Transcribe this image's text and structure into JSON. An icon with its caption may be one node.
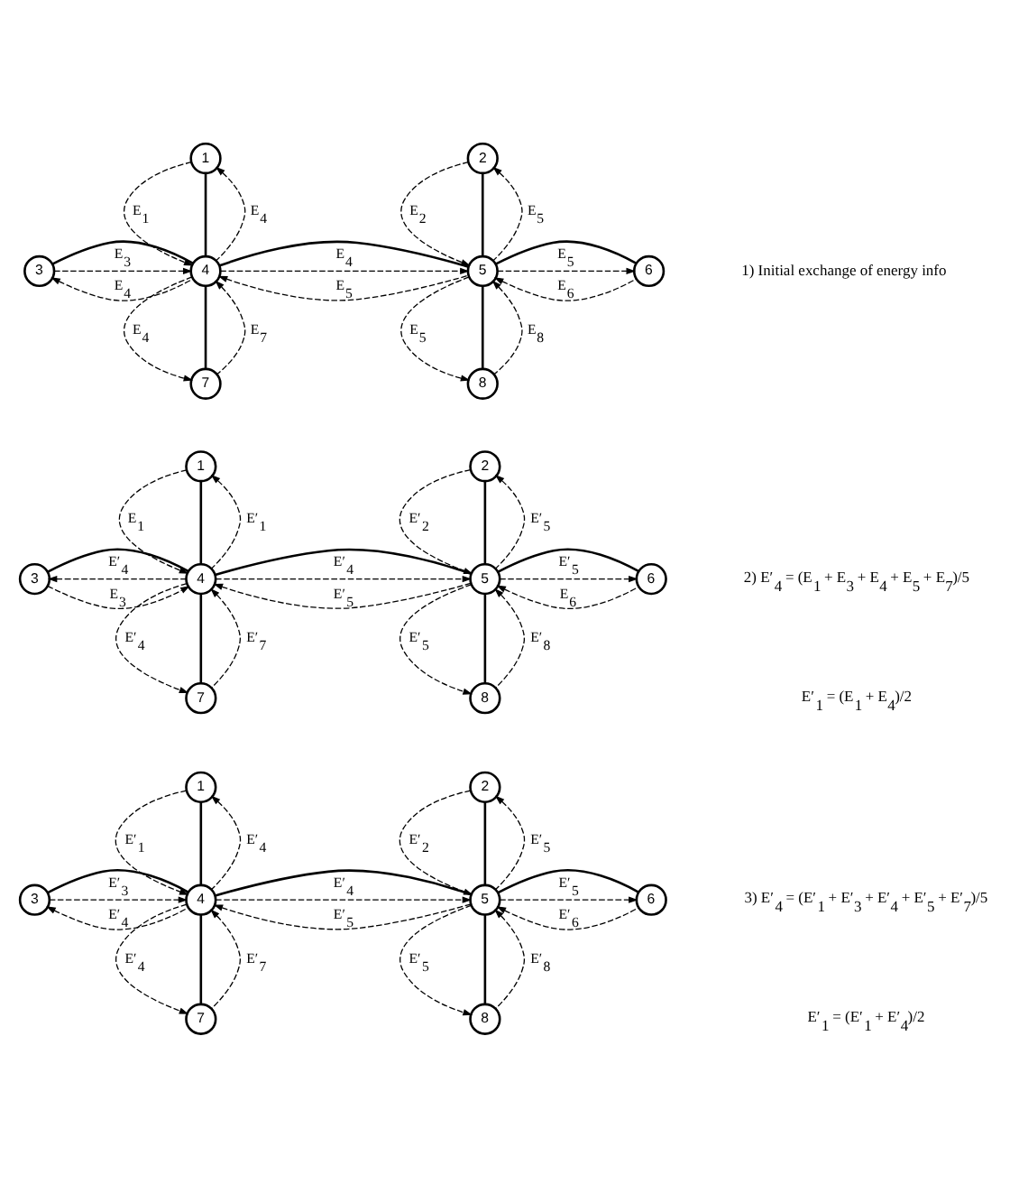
{
  "diagram": {
    "nodes": [
      {
        "text": [
          "1"
        ]
      },
      {
        "text": [
          "2"
        ]
      },
      {
        "text": [
          "3"
        ]
      },
      {
        "text": [
          "4"
        ]
      },
      {
        "text": [
          "5"
        ]
      },
      {
        "text": [
          "6"
        ]
      },
      {
        "text": [
          "7"
        ]
      },
      {
        "text": [
          "8"
        ]
      },
      {
        "text": [
          "1"
        ]
      },
      {
        "text": [
          "2"
        ]
      },
      {
        "text": [
          "3"
        ]
      },
      {
        "text": [
          "4"
        ]
      },
      {
        "text": [
          "5"
        ]
      },
      {
        "text": [
          "6"
        ]
      },
      {
        "text": [
          "7"
        ]
      },
      {
        "text": [
          "8"
        ]
      },
      {
        "text": [
          "1"
        ]
      },
      {
        "text": [
          "2"
        ]
      },
      {
        "text": [
          "3"
        ]
      },
      {
        "text": [
          "4"
        ]
      },
      {
        "text": [
          "5"
        ]
      },
      {
        "text": [
          "6"
        ]
      },
      {
        "text": [
          "7"
        ]
      },
      {
        "text": [
          "8"
        ]
      }
    ],
    "edges": [
      {
        "from": 0,
        "to": 3,
        "arrow": "to",
        "style": "dashed",
        "label": "E$_{1}$"
      },
      {
        "from": 0,
        "to": 3,
        "arrow": "none"
      },
      {
        "from": 3,
        "to": 0,
        "arrow": "to",
        "style": "dashed",
        "label": "E$_{4}$"
      },
      {
        "from": 1,
        "to": 4,
        "arrow": "to",
        "style": "dashed",
        "label": "E$_{2}$"
      },
      {
        "from": 1,
        "to": 4,
        "arrow": "none"
      },
      {
        "from": 4,
        "to": 1,
        "arrow": "to",
        "style": "dashed",
        "label": "E$_{5}$"
      },
      {
        "from": 2,
        "to": 3,
        "arrow": "none"
      },
      {
        "from": 2,
        "to": 3,
        "arrow": "to",
        "style": "dashed",
        "label": "E$_{3}$"
      },
      {
        "from": 3,
        "to": 2,
        "arrow": "to",
        "style": "dashed",
        "label": "E$_{4}$"
      },
      {
        "from": 3,
        "to": 4,
        "arrow": "none"
      },
      {
        "from": 3,
        "to": 4,
        "arrow": "to",
        "style": "dashed",
        "label": "E$_{4}$"
      },
      {
        "from": 4,
        "to": 3,
        "arrow": "to",
        "style": "dashed",
        "label": "E$_{5}$"
      },
      {
        "from": 4,
        "to": 5,
        "arrow": "none"
      },
      {
        "from": 4,
        "to": 5,
        "arrow": "to",
        "style": "dashed",
        "label": "E$_{5}$"
      },
      {
        "from": 5,
        "to": 4,
        "arrow": "to",
        "style": "dashed",
        "label": "E$_{6}$"
      },
      {
        "from": 3,
        "to": 6,
        "arrow": "to",
        "style": "dashed",
        "label": "E$_{4}$"
      },
      {
        "from": 3,
        "to": 6,
        "arrow": "none"
      },
      {
        "from": 6,
        "to": 3,
        "arrow": "to",
        "style": "dashed",
        "label": "E$_{7}$"
      },
      {
        "from": 4,
        "to": 7,
        "arrow": "to",
        "style": "dashed",
        "label": "E$_{5}$"
      },
      {
        "from": 4,
        "to": 7,
        "arrow": "none"
      },
      {
        "from": 7,
        "to": 4,
        "arrow": "to",
        "style": "dashed",
        "label": "E$_{8}$"
      },
      {
        "from": 8,
        "to": 11,
        "arrow": "to",
        "style": "dashed",
        "label": "E$_{1}$"
      },
      {
        "from": 8,
        "to": 11,
        "arrow": "none"
      },
      {
        "from": 11,
        "to": 8,
        "arrow": "to",
        "style": "dashed",
        "label": "E′$_{1}$"
      },
      {
        "from": 9,
        "to": 12,
        "arrow": "to",
        "style": "dashed",
        "label": "E′$_{2}$"
      },
      {
        "from": 9,
        "to": 12,
        "arrow": "none"
      },
      {
        "from": 12,
        "to": 9,
        "arrow": "to",
        "style": "dashed",
        "label": "E′$_{5}$"
      },
      {
        "from": 10,
        "to": 11,
        "arrow": "none"
      },
      {
        "from": 10,
        "to": 11,
        "arrow": "to",
        "style": "dashed",
        "label": "E$_{3}$"
      },
      {
        "from": 11,
        "to": 10,
        "arrow": "to",
        "style": "dashed",
        "label": "E′$_{4}$"
      },
      {
        "from": 11,
        "to": 12,
        "arrow": "none"
      },
      {
        "from": 11,
        "to": 12,
        "arrow": "to",
        "style": "dashed",
        "label": "E′$_{4}$"
      },
      {
        "from": 12,
        "to": 11,
        "arrow": "to",
        "style": "dashed",
        "label": "E′$_{5}$"
      },
      {
        "from": 12,
        "to": 13,
        "arrow": "none"
      },
      {
        "from": 12,
        "to": 13,
        "arrow": "to",
        "style": "dashed",
        "label": "E′$_{5}$"
      },
      {
        "from": 13,
        "to": 12,
        "arrow": "to",
        "style": "dashed",
        "label": "E$_{6}$"
      },
      {
        "from": 11,
        "to": 14,
        "arrow": "to",
        "style": "dashed",
        "label": "E′$_{4}$"
      },
      {
        "from": 11,
        "to": 14,
        "arrow": "none"
      },
      {
        "from": 14,
        "to": 11,
        "arrow": "to",
        "style": "dashed",
        "label": "E′$_{7}$"
      },
      {
        "from": 12,
        "to": 15,
        "arrow": "to",
        "style": "dashed",
        "label": "E′$_{5}$"
      },
      {
        "from": 12,
        "to": 15,
        "arrow": "none"
      },
      {
        "from": 15,
        "to": 12,
        "arrow": "to",
        "style": "dashed",
        "label": "E′$_{8}$"
      },
      {
        "from": 16,
        "to": 19,
        "arrow": "to",
        "style": "dashed",
        "label": "E′$_{1}$"
      },
      {
        "from": 16,
        "to": 19,
        "arrow": "none"
      },
      {
        "from": 19,
        "to": 16,
        "arrow": "to",
        "style": "dashed",
        "label": "E′$_{4}$"
      },
      {
        "from": 17,
        "to": 20,
        "arrow": "to",
        "style": "dashed",
        "label": "E′$_{2}$"
      },
      {
        "from": 17,
        "to": 20,
        "arrow": "none"
      },
      {
        "from": 20,
        "to": 17,
        "arrow": "to",
        "style": "dashed",
        "label": "E′$_{5}$"
      },
      {
        "from": 18,
        "to": 19,
        "arrow": "none"
      },
      {
        "from": 18,
        "to": 19,
        "arrow": "to",
        "style": "dashed",
        "label": "E′$_{3}$"
      },
      {
        "from": 19,
        "to": 18,
        "arrow": "to",
        "style": "dashed",
        "label": "E′$_{4}$"
      },
      {
        "from": 19,
        "to": 20,
        "arrow": "none"
      },
      {
        "from": 19,
        "to": 20,
        "arrow": "to",
        "style": "dashed",
        "label": "E′$_{4}$"
      },
      {
        "from": 20,
        "to": 19,
        "arrow": "to",
        "style": "dashed",
        "label": "E′$_{5}$"
      },
      {
        "from": 20,
        "to": 21,
        "arrow": "none"
      },
      {
        "from": 20,
        "to": 21,
        "arrow": "to",
        "style": "dashed",
        "label": "E′$_{5}$"
      },
      {
        "from": 21,
        "to": 20,
        "arrow": "to",
        "style": "dashed",
        "label": "E′$_{6}$"
      },
      {
        "from": 19,
        "to": 22,
        "arrow": "to",
        "style": "dashed",
        "label": "E′$_{4}$"
      },
      {
        "from": 19,
        "to": 22,
        "arrow": "none"
      },
      {
        "from": 22,
        "to": 19,
        "arrow": "to",
        "style": "dashed",
        "label": "E′$_{7}$"
      },
      {
        "from": 20,
        "to": 23,
        "arrow": "to",
        "style": "dashed",
        "label": "E′$_{5}$"
      },
      {
        "from": 20,
        "to": 23,
        "arrow": "none"
      },
      {
        "from": 23,
        "to": 20,
        "arrow": "to",
        "style": "dashed",
        "label": "E′$_{8}$"
      }
    ],
    "labels": [
      "1) Initial exchange of energy info",
      "2) E′$_{4}$ = (E$_{1}$ + E$_{3}$ + E$_{4}$ + E$_{5}$ + E$_{7}$)/5",
      "E′$_{1}$ = (E$_{1}$ + E$_{4}$)/2",
      "3) E′$_{4}$ = (E′$_{1}$ + E′$_{3}$ + E′$_{4}$ + E′$_{5}$ + E′$_{7}$)/5",
      "E′$_{1}$ = (E′$_{1}$ + E′$_{4}$)/2"
    ]
  }
}
